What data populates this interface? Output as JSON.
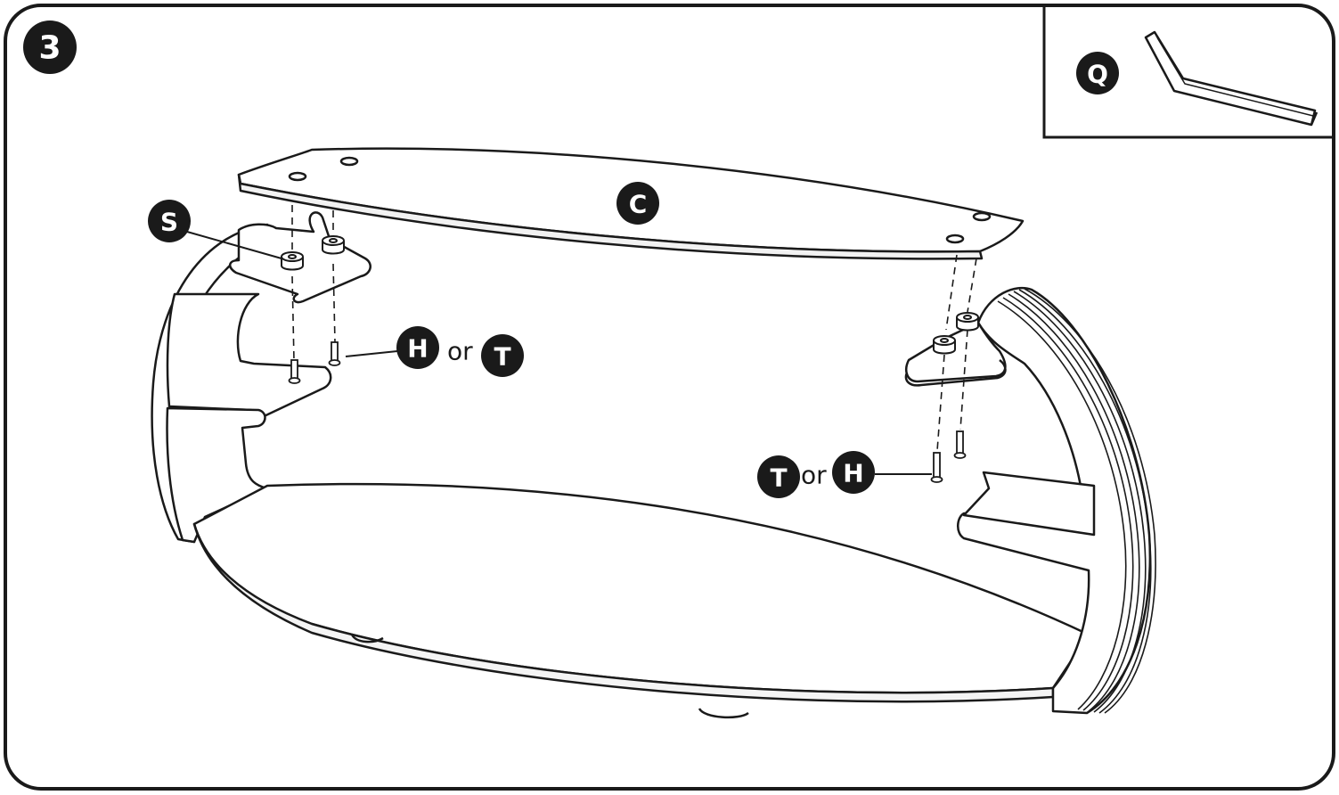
{
  "step": {
    "number": "3"
  },
  "tool_inset": {
    "label": "Q",
    "icon": "hex-key-icon"
  },
  "parts": {
    "shelf_top": "C",
    "spacer": "S",
    "screw_left_primary": "H",
    "screw_left_alt": "T",
    "screw_right_primary": "T",
    "screw_right_alt": "H",
    "connector_word": "or"
  },
  "colors": {
    "ink": "#1a1a1a",
    "paper": "#ffffff"
  }
}
